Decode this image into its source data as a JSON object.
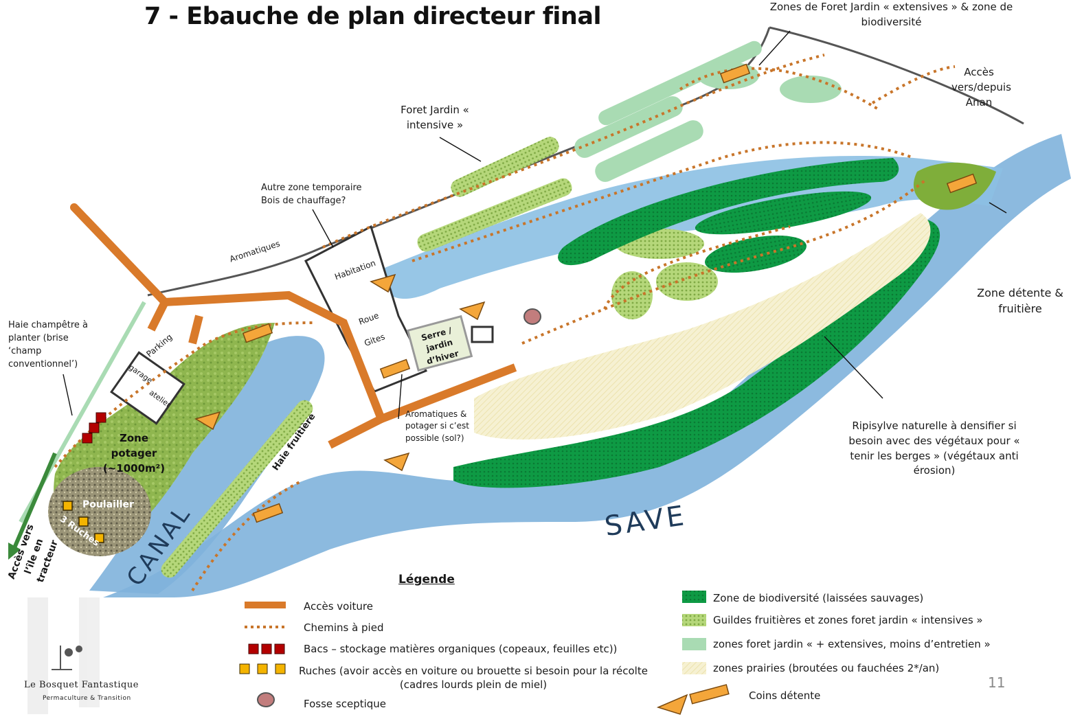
{
  "title": "7 - Ebauche de plan directeur final",
  "page_number": "11",
  "colors": {
    "water": "#7fb3dc",
    "biodiversity": "#12a84a",
    "guild": "#9cc55a",
    "extensive": "#a9dbb3",
    "prairie": "#f3edc6",
    "car_access": "#d97a2a",
    "footpath": "#c8752a",
    "bins": "#b30000",
    "hives": "#f4b400",
    "septic": "#c27d7d"
  },
  "map_labels": {
    "zones_extensives": "Zones de Foret Jardin « extensives » & zone de biodiversité",
    "acces_anan": "Accès vers/depuis Anan",
    "foret_intensive": "Foret Jardin « intensive »",
    "zone_temporaire": "Autre zone temporaire Bois de chauffage?",
    "aromatiques_top": "Aromatiques",
    "haie_champetre": "Haie champêtre à planter (brise ‘champ conventionnel’)",
    "parking": "Parking",
    "garage": "garage",
    "atelier": "atelier",
    "habitation": "Habitation",
    "roue": "Roue",
    "gites": "Gites",
    "serre": "Serre / jardin d’hiver",
    "zone_potager": "Zone potager (~1000m²)",
    "poulailler": "Poulailler",
    "ruches": "3 Ruches",
    "acces_ile": "Accès vers l’île en tracteur",
    "canal": "CANAL",
    "haie_fruitiere": "Haie fruitière",
    "aromatiques_potager": "Aromatiques & potager si c’est possible (sol?)",
    "save": "SAVE",
    "zone_detente": "Zone détente & fruitière",
    "ripisylve": "Ripisylve naturelle à densifier si besoin avec des végétaux pour « tenir les berges » (végétaux anti érosion)"
  },
  "legend": {
    "title": "Légende",
    "car_access": "Accès voiture",
    "footpaths": "Chemins à pied",
    "bins": "Bacs – stockage matières organiques (copeaux, feuilles etc))",
    "hives": "Ruches (avoir accès en voiture ou brouette si besoin pour la récolte (cadres lourds plein de miel)",
    "septic": "Fosse sceptique",
    "biodiversity": "Zone de biodiversité (laissées sauvages)",
    "guilds": "Guildes fruitières et zones foret jardin « intensives »",
    "extensive": "zones foret jardin « + extensives, moins d’entretien »",
    "prairie": "zones prairies (broutées ou fauchées 2*/an)",
    "relax": "Coins détente"
  },
  "logo": {
    "name": "Le Bosquet Fantastique",
    "subtitle": "Permaculture & Transition"
  }
}
